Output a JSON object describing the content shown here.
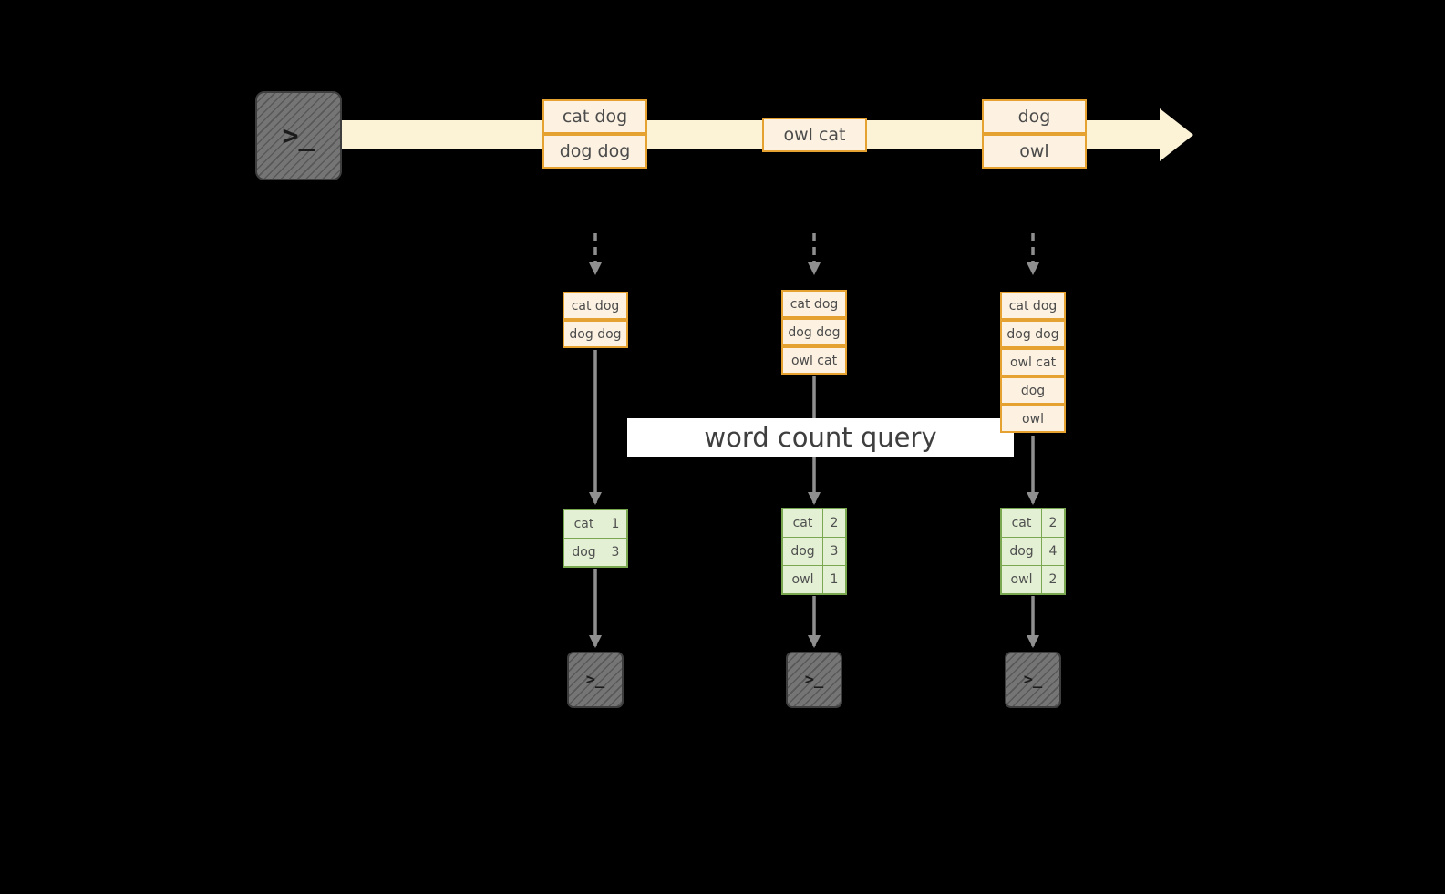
{
  "query": {
    "label": "word count query"
  },
  "icons": {
    "terminal_glyph": ">_"
  },
  "timeline": {
    "batches": [
      {
        "lines": [
          "cat dog",
          "dog dog"
        ]
      },
      {
        "lines": [
          "owl cat"
        ]
      },
      {
        "lines": [
          "dog",
          "owl"
        ]
      }
    ]
  },
  "stacks": [
    {
      "lines": [
        "cat dog",
        "dog dog"
      ]
    },
    {
      "lines": [
        "cat dog",
        "dog dog",
        "owl cat"
      ]
    },
    {
      "lines": [
        "cat dog",
        "dog dog",
        "owl cat",
        "dog",
        "owl"
      ]
    }
  ],
  "tables": [
    {
      "rows": [
        [
          "cat",
          "1"
        ],
        [
          "dog",
          "3"
        ]
      ]
    },
    {
      "rows": [
        [
          "cat",
          "2"
        ],
        [
          "dog",
          "3"
        ],
        [
          "owl",
          "1"
        ]
      ]
    },
    {
      "rows": [
        [
          "cat",
          "2"
        ],
        [
          "dog",
          "4"
        ],
        [
          "owl",
          "2"
        ]
      ]
    }
  ],
  "colors": {
    "stream": "#fcf3d7",
    "box_border": "#e6a230",
    "box_fill": "#fdf2e2",
    "table_border": "#7aa850",
    "table_fill": "#e3f0d4",
    "arrow": "#8f8f8f",
    "band_bg": "#ffffff",
    "band_text": "#3f3f3f",
    "terminal": "#757575"
  }
}
